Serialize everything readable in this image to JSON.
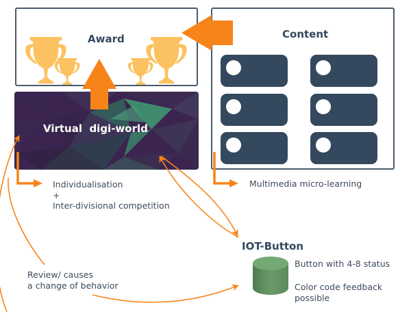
{
  "award": {
    "title": "Award",
    "icons": [
      "trophy-large-left",
      "trophy-small-left",
      "trophy-small-right",
      "trophy-large-right"
    ]
  },
  "content": {
    "title": "Content",
    "items_count": 6,
    "caption": "Multimedia micro-learning"
  },
  "virtual_world": {
    "title": "Virtual  digi-world",
    "caption": "Individualisation\n+\nInter-divisional competition"
  },
  "iot_button": {
    "title": "IOT-Button",
    "status_text": "Button with 4-8 status",
    "feedback_text": "Color code feedback\npossible"
  },
  "review": {
    "caption": "Review/ causes\na change of behavior"
  },
  "colors": {
    "accent_orange": "#f78418",
    "trophy_gold": "#fcc261",
    "navy": "#34495e",
    "world_purple": "#3b2550",
    "world_green": "#3f8a6c",
    "button_green": "#6fa370"
  }
}
